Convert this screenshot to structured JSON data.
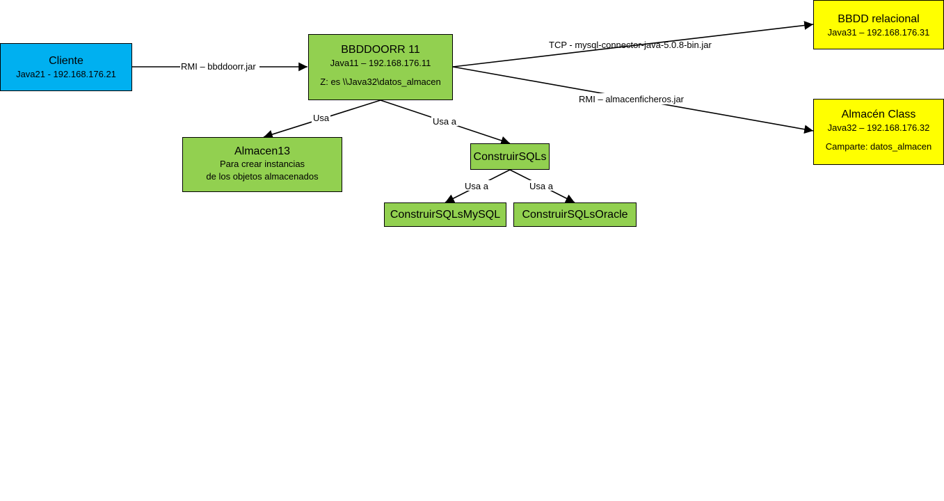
{
  "colors": {
    "client": "#00b0f0",
    "component": "#92d050",
    "external": "#ffff00",
    "edge": "#000000"
  },
  "nodes": {
    "cliente": {
      "title": "Cliente",
      "line1": "Java21 - 192.168.176.21"
    },
    "bbddoorr": {
      "title": "BBDDOORR 11",
      "line1": "Java11 – 192.168.176.11",
      "line2": "Z:  es  \\\\Java32\\datos_almacen"
    },
    "bbdd_relacional": {
      "title": "BBDD relacional",
      "line1": "Java31 – 192.168.176.31"
    },
    "almacen_class": {
      "title": "Almacén Class",
      "line1": "Java32 – 192.168.176.32",
      "line2": "Camparte: datos_almacen"
    },
    "almacen13": {
      "title": "Almacen13",
      "line1": "Para crear instancias",
      "line2": "de los objetos almacenados"
    },
    "construir_sqls": {
      "title": "ConstruirSQLs"
    },
    "construir_mysql": {
      "title": "ConstruirSQLsMySQL"
    },
    "construir_oracle": {
      "title": "ConstruirSQLsOracle"
    }
  },
  "edges": {
    "cliente_bbddoorr": "RMI – bbddoorr.jar",
    "bbddoorr_relacional": "TCP - mysql-connector-java-5.0.8-bin.jar",
    "bbddoorr_almacen": "RMI – almacenficheros.jar",
    "bbddoorr_almacen13": "Usa",
    "bbddoorr_sqls": "Usa a",
    "sqls_mysql": "Usa a",
    "sqls_oracle": "Usa a"
  }
}
